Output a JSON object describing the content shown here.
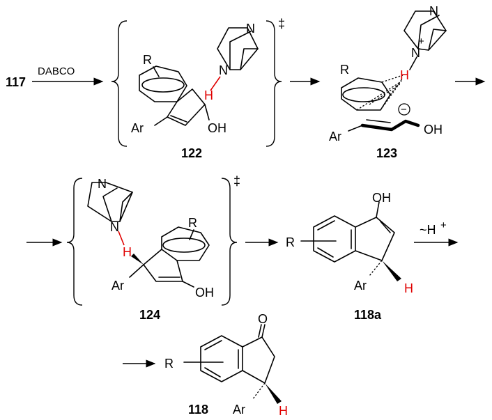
{
  "reagent": "DABCO",
  "migration_label": "~H",
  "compounds": {
    "start": "117",
    "ts1": "122",
    "int": "123",
    "ts2": "124",
    "enol": "118a",
    "product": "118"
  },
  "atoms": {
    "R": "R",
    "Ar": "Ar",
    "N": "N",
    "H": "H",
    "OH": "OH",
    "O": "O",
    "plus": "+",
    "minus": "−",
    "dagger": "‡"
  },
  "colors": {
    "highlight": "#e00000",
    "ink": "#000000"
  }
}
